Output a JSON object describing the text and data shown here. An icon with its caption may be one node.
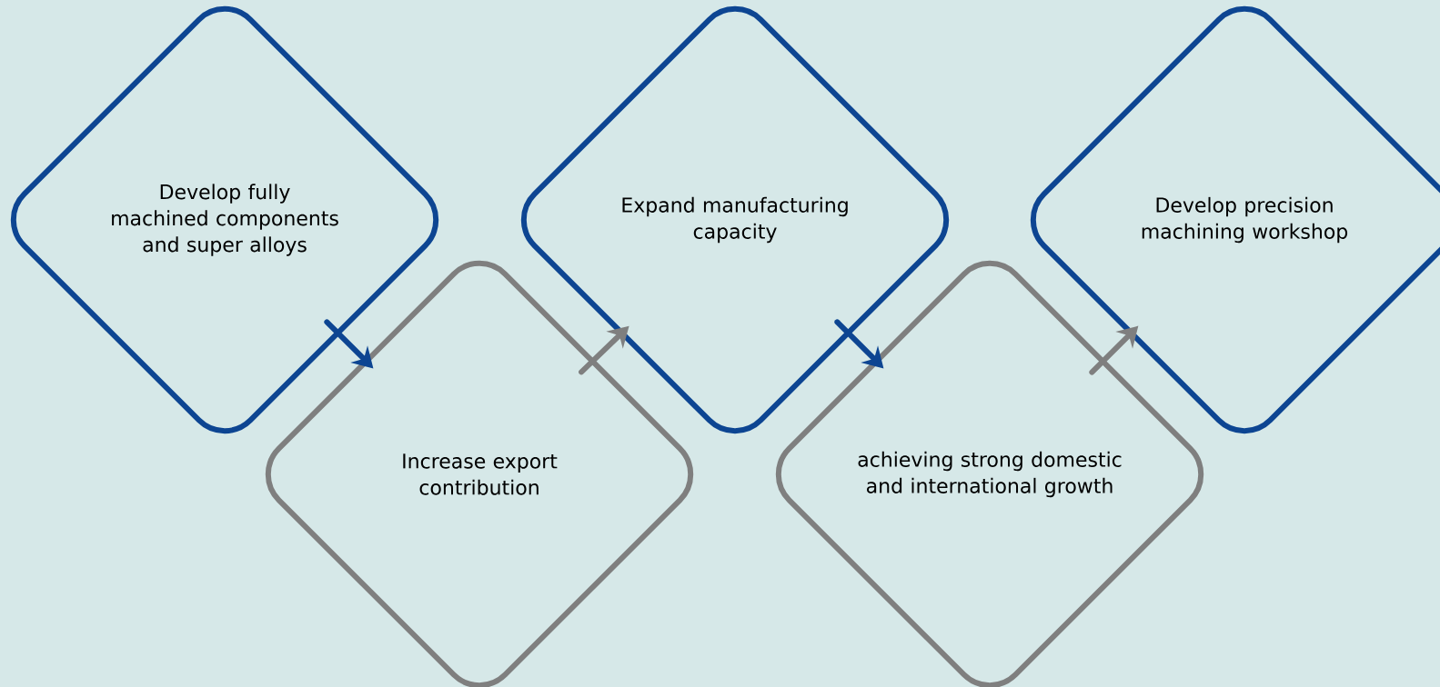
{
  "diagram": {
    "nodes": [
      {
        "text": [
          "Develop fully machined components and super alloys"
        ]
      },
      {
        "text": [
          "Increase export contribution"
        ]
      },
      {
        "text": [
          "Expand manufacturing capacity"
        ]
      },
      {
        "text": [
          "achieving strong domestic and international growth"
        ]
      },
      {
        "text": [
          "Develop precision machining workshop"
        ]
      }
    ],
    "edges": [
      {
        "from": 0,
        "to": 1,
        "arrow": "to",
        "color": "#0d4592"
      },
      {
        "from": 1,
        "to": 2,
        "arrow": "to",
        "color": "#7f7f7f"
      },
      {
        "from": 2,
        "to": 3,
        "arrow": "to",
        "color": "#0d4592"
      },
      {
        "from": 3,
        "to": 4,
        "arrow": "to",
        "color": "#7f7f7f"
      }
    ]
  }
}
